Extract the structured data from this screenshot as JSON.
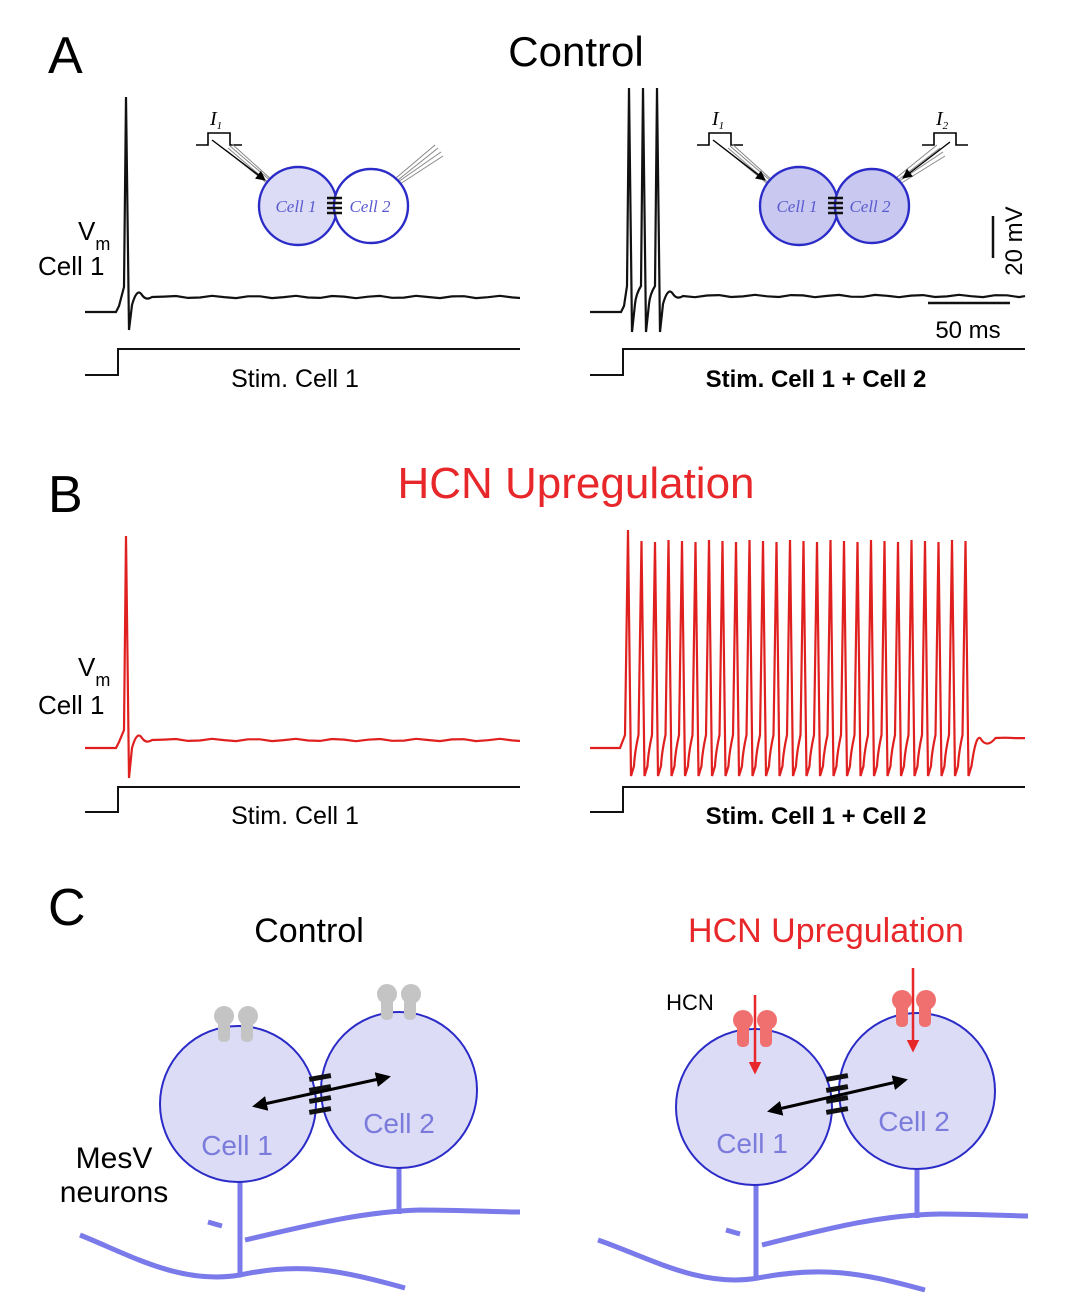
{
  "panels": {
    "a": {
      "letter": "A",
      "title": "Control",
      "vm_label": "V",
      "vm_sub": "m",
      "cell_label": "Cell 1",
      "left_stim": "Stim. Cell 1",
      "right_stim": "Stim. Cell 1 + Cell 2",
      "left_inset": {
        "current": "I",
        "current_sub": "1",
        "cell1": "Cell 1",
        "cell2": "Cell 2"
      },
      "right_inset": {
        "current1": "I",
        "current1_sub": "1",
        "current2": "I",
        "current2_sub": "2",
        "cell1": "Cell 1",
        "cell2": "Cell 2"
      },
      "scale_v": "20 mV",
      "scale_t": "50 ms"
    },
    "b": {
      "letter": "B",
      "title": "HCN Upregulation",
      "vm_label": "V",
      "vm_sub": "m",
      "cell_label": "Cell 1",
      "left_stim": "Stim. Cell 1",
      "right_stim": "Stim. Cell 1 + Cell 2"
    },
    "c": {
      "letter": "C",
      "control_title": "Control",
      "hcn_title": "HCN Upregulation",
      "cell1": "Cell 1",
      "cell2": "Cell 2",
      "mesv_line1": "MesV",
      "mesv_line2": "neurons",
      "hcn_label": "HCN"
    }
  },
  "colors": {
    "control_trace": "#111111",
    "hcn_trace": "#e01f1f",
    "hcn_title": "#e8272a",
    "cell_fill": "#dcdcf7",
    "cell_stroke": "#2b2bc8",
    "cell_text": "#7b7bdc",
    "neuron_line": "#7a7aea",
    "channel_gray": "#c4c4c4",
    "channel_red": "#f07070",
    "arrow_red": "#e8272a"
  }
}
